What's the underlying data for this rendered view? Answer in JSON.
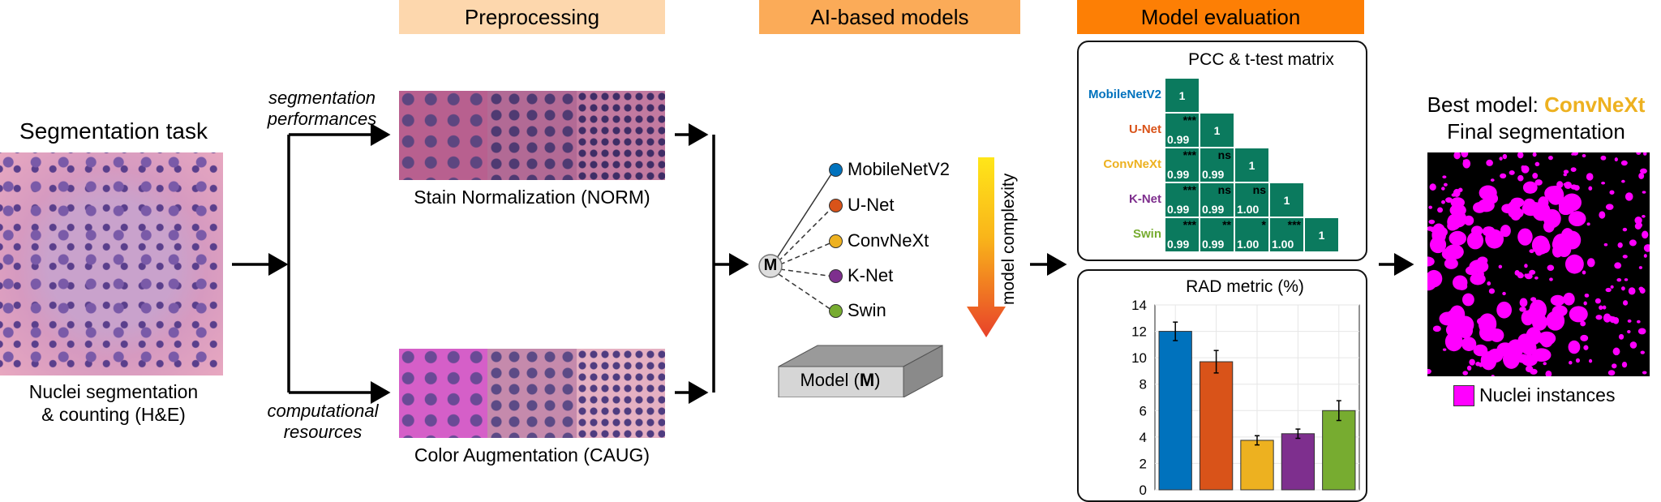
{
  "headers": {
    "preprocessing": "Preprocessing",
    "ai_models": "AI-based models",
    "evaluation": "Model evaluation"
  },
  "colors": {
    "preprocessing_bg": "#fdd7ad",
    "ai_models_bg": "#fbab58",
    "evaluation_bg": "#fd7f05",
    "matrix_cell": "#0b7a5e",
    "nuclei": "#ff00ff"
  },
  "task": {
    "title": "Segmentation task",
    "caption_line1": "Nuclei segmentation",
    "caption_line2": "& counting (H&E)"
  },
  "branches": {
    "top_line1": "segmentation",
    "top_line2": "performances",
    "bottom_line1": "computational",
    "bottom_line2": "resources"
  },
  "preprocessing": {
    "norm_label": "Stain Normalization (NORM)",
    "caug_label": "Color Augmentation (CAUG)"
  },
  "models": {
    "hub_label": "M",
    "list": [
      {
        "name": "MobileNetV2",
        "color": "#0072bd"
      },
      {
        "name": "U-Net",
        "color": "#d95319"
      },
      {
        "name": "ConvNeXt",
        "color": "#edb120"
      },
      {
        "name": "K-Net",
        "color": "#7e2f8e"
      },
      {
        "name": "Swin",
        "color": "#77ac30"
      }
    ],
    "complexity_label": "model complexity",
    "box_label_prefix": "Model (",
    "box_label_bold": "M",
    "box_label_suffix": ")"
  },
  "matrix": {
    "title": "PCC & t-test matrix",
    "labels": [
      "MobileNetV2",
      "U-Net",
      "ConvNeXt",
      "K-Net",
      "Swin"
    ],
    "cells": [
      [
        {
          "v": "1",
          "s": ""
        }
      ],
      [
        {
          "v": "0.99",
          "s": "***"
        },
        {
          "v": "1",
          "s": ""
        }
      ],
      [
        {
          "v": "0.99",
          "s": "***"
        },
        {
          "v": "0.99",
          "s": "ns"
        },
        {
          "v": "1",
          "s": ""
        }
      ],
      [
        {
          "v": "0.99",
          "s": "***"
        },
        {
          "v": "0.99",
          "s": "ns"
        },
        {
          "v": "1.00",
          "s": "ns"
        },
        {
          "v": "1",
          "s": ""
        }
      ],
      [
        {
          "v": "0.99",
          "s": "***"
        },
        {
          "v": "0.99",
          "s": "**"
        },
        {
          "v": "1.00",
          "s": "*"
        },
        {
          "v": "1.00",
          "s": "***"
        },
        {
          "v": "1",
          "s": ""
        }
      ]
    ]
  },
  "chart_data": {
    "type": "bar",
    "title": "RAD metric (%)",
    "xlabel": "",
    "ylabel": "",
    "categories": [
      "MobileNetV2",
      "U-Net",
      "ConvNeXt",
      "K-Net",
      "Swin"
    ],
    "values": [
      12.0,
      9.7,
      3.75,
      4.25,
      6.0
    ],
    "error": [
      0.7,
      0.85,
      0.35,
      0.35,
      0.75
    ],
    "colors": [
      "#0072bd",
      "#d95319",
      "#edb120",
      "#7e2f8e",
      "#77ac30"
    ],
    "ylim": [
      0,
      14
    ],
    "yticks": [
      "0",
      "2",
      "4",
      "6",
      "8",
      "10",
      "12",
      "14"
    ],
    "grid": true
  },
  "result": {
    "title_prefix": "Best model: ",
    "title_best": "ConvNeXt",
    "subtitle": "Final segmentation",
    "legend": "Nuclei instances"
  }
}
